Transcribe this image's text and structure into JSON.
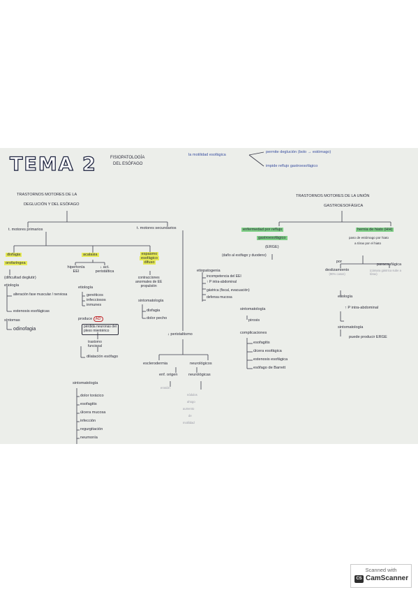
{
  "header": {
    "title": "TEMA 2",
    "subtitle_1": "FISIOPATOLOGÍA",
    "subtitle_2": "DEL ESÓFAGO",
    "motility": "la motilidad esofágica",
    "motility_1": "permite deglución (bolo → estómago)",
    "motility_2": "impide reflujo gastroesofágico"
  },
  "left": {
    "root_1": "TRASTORNOS MOTORES DE LA",
    "root_2": "DEGLUCIÓN Y DEL ESÓFAGO",
    "primarios": "t. motores primarios",
    "secundarios": "t. motores secundarios",
    "disfagia_1": "disfagia",
    "disfagia_2": "orofaríngea",
    "dificultad": "(dificultad deglutir)",
    "etiologia": "etiología",
    "et_1": "alteración fase muscular / nerviosa",
    "et_2": "estenosis esofágicas",
    "sintomas": "síntomas",
    "odinofagia": "odinofagia",
    "acalasia": "acalasia",
    "hiper": "hipertonía EEI",
    "dact": "↓ act. peristáltica",
    "acal_etiol": "etiología",
    "genet": "genéticos",
    "infec": "infecciosos",
    "inmun": "inmunes",
    "produce": "produce",
    "ad": "AD",
    "neuro_1": "pérdida neuronas del",
    "neuro_2": "plexo mientérico",
    "trast_1": "trastorno",
    "trast_2": "funcional",
    "dilat": "dilatación esófago",
    "sinto": "sintomatología",
    "s_items": [
      "dolor torácico",
      "esofagitis",
      "úlcera mucosa",
      "infección",
      "regurgitación",
      "neumonía"
    ],
    "espasmo_1": "espasmo",
    "espasmo_2": "esofágico",
    "espasmo_3": "difuso",
    "contrac_1": "contracciones",
    "contrac_2": "anormales de EE",
    "contrac_3": "propulsión",
    "esp_sint": "sintomatología",
    "disfagia_s": "disfagia",
    "dolor_pecho": "dolor pecho",
    "peristaltismo": "↓ peristaltismo",
    "escleroder": "esclerodermia",
    "neuro": "neurológicos",
    "enf_orig": "enf. origen",
    "enf_neuro": "neurológicas",
    "erosion": "erosión",
    "g_items": [
      "nódulos",
      "ahogo",
      "aumento",
      "de",
      "motilidad"
    ]
  },
  "right": {
    "root_1": "TRASTORNOS MOTORES DE LA UNIÓN",
    "root_2": "GASTROESOFÁGICA",
    "erge_1": "enfermedad por reflujo",
    "erge_2": "gastroesofágico",
    "erge_3": "(ERGE)",
    "erge_desc": "(daño al esófago y duodeno)",
    "hernia": "hernia de hiato (HH)",
    "hernia_desc_1": "paso de estómago por hiato",
    "hernia_desc_2": "a tórax por el hiato",
    "erge_etiol": "etiopatogenia",
    "erge_items": [
      "incompetencia del EEI",
      "↑ P intra-abdominal",
      "gástrica (fiscal, evacuación)",
      "defensa mucosa"
    ],
    "erge_sinto": "sintomatología",
    "pirosis": "pirosis",
    "complic": "complicaciones",
    "comp_items": [
      "esofagitis",
      "úlcera esofágica",
      "estenosis esofágica",
      "esófago de Barrett"
    ],
    "por": "por",
    "desliz_1": "deslizamiento",
    "desliz_2": "(90% casos)",
    "paraes": "paraesofágica",
    "paraes_desc": "(cámara gástrica sube a tórax)",
    "hh_etiol": "etiología",
    "hh_p": "↑ P intra-abdominal",
    "hh_sinto": "sintomatología",
    "hh_erge": "puede producir ERGE"
  },
  "stamp": {
    "line_1": "Scanned with",
    "logo": "CS",
    "line_2": "CamScanner"
  },
  "colors": {
    "highlight_yellow": "#e6ea57",
    "highlight_green": "#7fcf86",
    "ink": "#2c2c3a",
    "red_ink": "#c0262a"
  }
}
